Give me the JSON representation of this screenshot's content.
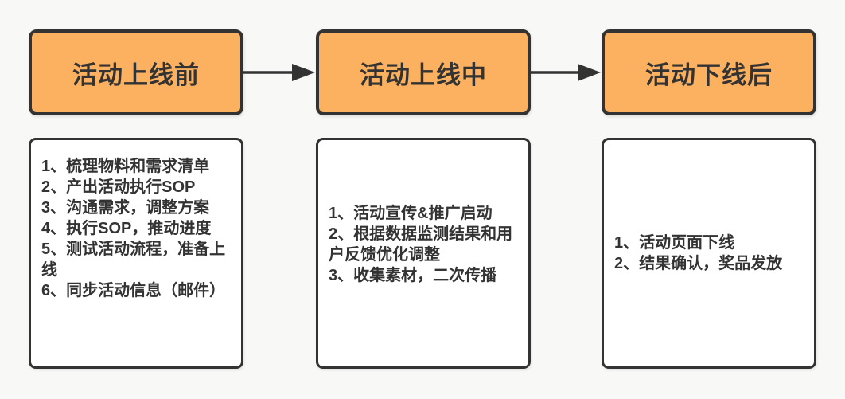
{
  "canvas": {
    "background": "#f8f8f6"
  },
  "colors": {
    "stage_fill": "#fbb15f",
    "box_border": "#333333",
    "detail_fill": "#ffffff",
    "text": "#333333",
    "arrow": "#333333"
  },
  "flow": {
    "stages": [
      {
        "id": "before-launch",
        "title": "活动上线前",
        "items": [
          "1、梳理物料和需求清单",
          "2、产出活动执行SOP",
          "3、沟通需求，调整方案",
          "4、执行SOP，推动进度",
          "5、测试活动流程，准备上线",
          "6、同步活动信息（邮件）"
        ]
      },
      {
        "id": "during-launch",
        "title": "活动上线中",
        "items": [
          "1、活动宣传&推广启动",
          "2、根据数据监测结果和用户反馈优化调整",
          "3、收集素材，二次传播"
        ]
      },
      {
        "id": "after-offline",
        "title": "活动下线后",
        "items": [
          "1、活动页面下线",
          "2、结果确认，奖品发放"
        ]
      }
    ],
    "connectors": [
      {
        "from": "活动上线前",
        "to": "活动上线中"
      },
      {
        "from": "活动上线中",
        "to": "活动下线后"
      }
    ]
  }
}
